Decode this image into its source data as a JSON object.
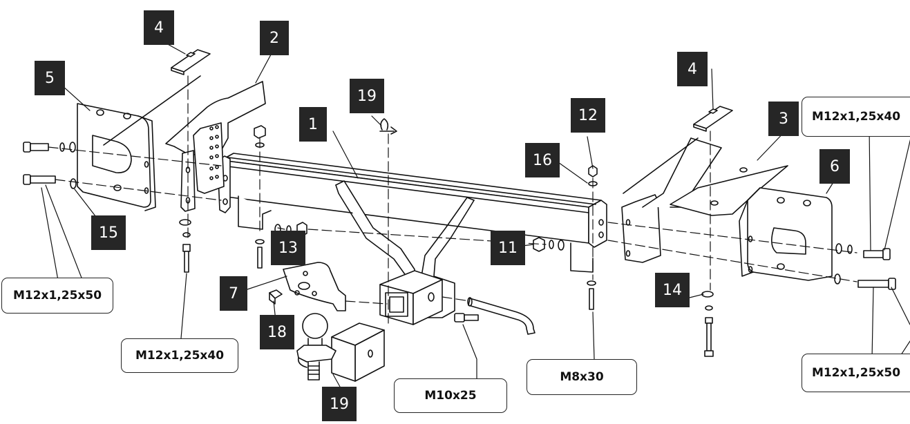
{
  "part_numbers": {
    "p1": "1",
    "p2": "2",
    "p3": "3",
    "p4_left": "4",
    "p4_right": "4",
    "p5": "5",
    "p6": "6",
    "p7": "7",
    "p11": "11",
    "p12": "12",
    "p13": "13",
    "p14": "14",
    "p15": "15",
    "p16": "16",
    "p18": "18",
    "p19_top": "19",
    "p19_bottom": "19"
  },
  "fastener_labels": {
    "bolt_left": "M12x1,25x50",
    "bolt_left_lower": "M12x1,25x40",
    "bolt_center": "M10x25",
    "bolt_m8": "M8x30",
    "bolt_right_upper": "M12x1,25x40",
    "bolt_right_lower": "M12x1,25x50"
  },
  "colors": {
    "label_bg": "#262626",
    "label_text": "#ffffff",
    "line": "#111111"
  }
}
